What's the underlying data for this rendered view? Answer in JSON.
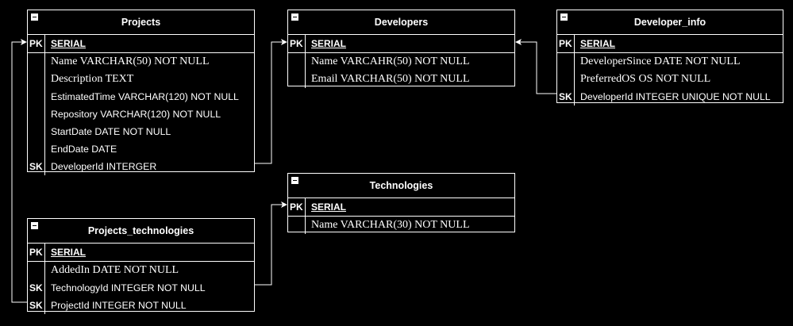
{
  "tables": {
    "projects": {
      "title": "Projects",
      "pk": {
        "key": "PK",
        "label": "SERIAL"
      },
      "fields": [
        {
          "key": "",
          "label": "Name VARCHAR(50) NOT NULL"
        },
        {
          "key": "",
          "label": "Description TEXT"
        },
        {
          "key": "",
          "label": "EstimatedTime VARCHAR(120) NOT  NULL"
        },
        {
          "key": "",
          "label": "Repository VARCHAR(120) NOT NULL"
        },
        {
          "key": "",
          "label": "StartDate DATE NOT NULL"
        },
        {
          "key": "",
          "label": "EndDate DATE"
        },
        {
          "key": "SK",
          "label": "DeveloperId INTERGER"
        }
      ]
    },
    "developers": {
      "title": "Developers",
      "pk": {
        "key": "PK",
        "label": "SERIAL"
      },
      "fields": [
        {
          "key": "",
          "label": "Name VARCAHR(50) NOT NULL"
        },
        {
          "key": "",
          "label": "Email VARCHAR(50) NOT NULL"
        }
      ]
    },
    "developer_info": {
      "title": "Developer_info",
      "pk": {
        "key": "PK",
        "label": "SERIAL"
      },
      "fields": [
        {
          "key": "",
          "label": "DeveloperSince DATE NOT NULL"
        },
        {
          "key": "",
          "label": "PreferredOS OS NOT NULL"
        },
        {
          "key": "SK",
          "label": "DeveloperId INTEGER UNIQUE NOT NULL"
        }
      ]
    },
    "technologies": {
      "title": "Technologies",
      "pk": {
        "key": "PK",
        "label": "SERIAL"
      },
      "fields": [
        {
          "key": "",
          "label": "Name VARCHAR(30) NOT NULL"
        }
      ]
    },
    "projects_technologies": {
      "title": "Projects_technologies",
      "pk": {
        "key": "PK",
        "label": "SERIAL"
      },
      "fields": [
        {
          "key": "",
          "label": "AddedIn DATE NOT NULL"
        },
        {
          "key": "SK",
          "label": "TechnologyId INTEGER NOT NULL"
        },
        {
          "key": "SK",
          "label": "ProjectId INTEGER NOT NULL"
        }
      ]
    }
  },
  "relations": [
    {
      "from": "Projects.DeveloperId",
      "to": "Developers.SERIAL"
    },
    {
      "from": "Developer_info.DeveloperId",
      "to": "Developers.SERIAL"
    },
    {
      "from": "Projects_technologies.TechnologyId",
      "to": "Technologies.SERIAL"
    },
    {
      "from": "Projects_technologies.ProjectId",
      "to": "Projects.SERIAL"
    }
  ],
  "colors": {
    "background": "#000000",
    "stroke": "#ffffff",
    "text": "#ffffff"
  }
}
